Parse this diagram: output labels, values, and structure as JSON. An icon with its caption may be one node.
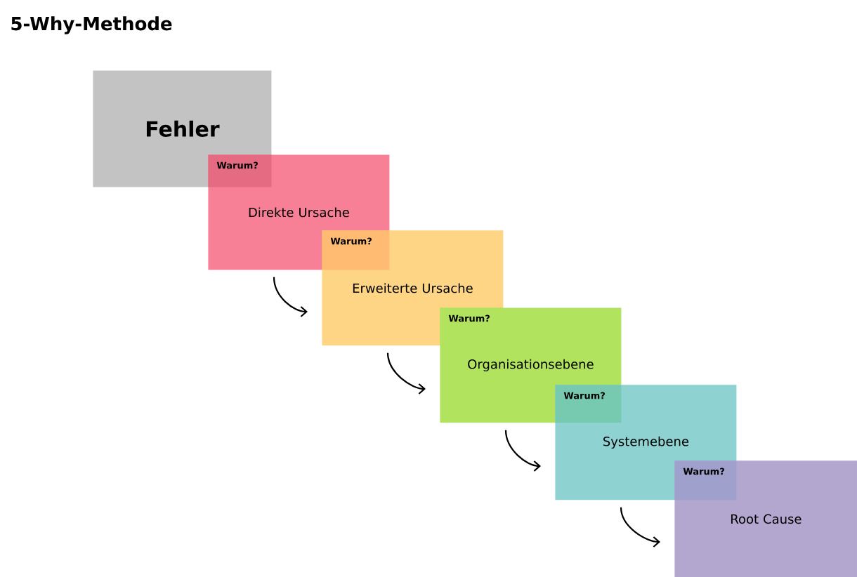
{
  "diagram": {
    "title": "5-Why-Methode",
    "nodes": [
      {
        "text": [
          "Fehler"
        ]
      },
      {
        "text": [
          "Warum?"
        ]
      },
      {
        "text": [
          "Direkte Ursache"
        ]
      },
      {
        "text": [
          "Warum?"
        ]
      },
      {
        "text": [
          "Erweiterte Ursache"
        ]
      },
      {
        "text": [
          "Warum?"
        ]
      },
      {
        "text": [
          "Organisationsebene"
        ]
      },
      {
        "text": [
          "Warum?"
        ]
      },
      {
        "text": [
          "Systemebene"
        ]
      },
      {
        "text": [
          "Warum?"
        ]
      },
      {
        "text": [
          "Root Cause"
        ]
      }
    ],
    "edges": [
      {
        "from": 2,
        "to": 4,
        "arrow": "to"
      },
      {
        "from": 4,
        "to": 6,
        "arrow": "to"
      },
      {
        "from": 6,
        "to": 8,
        "arrow": "to"
      },
      {
        "from": 8,
        "to": 10,
        "arrow": "to"
      }
    ]
  }
}
